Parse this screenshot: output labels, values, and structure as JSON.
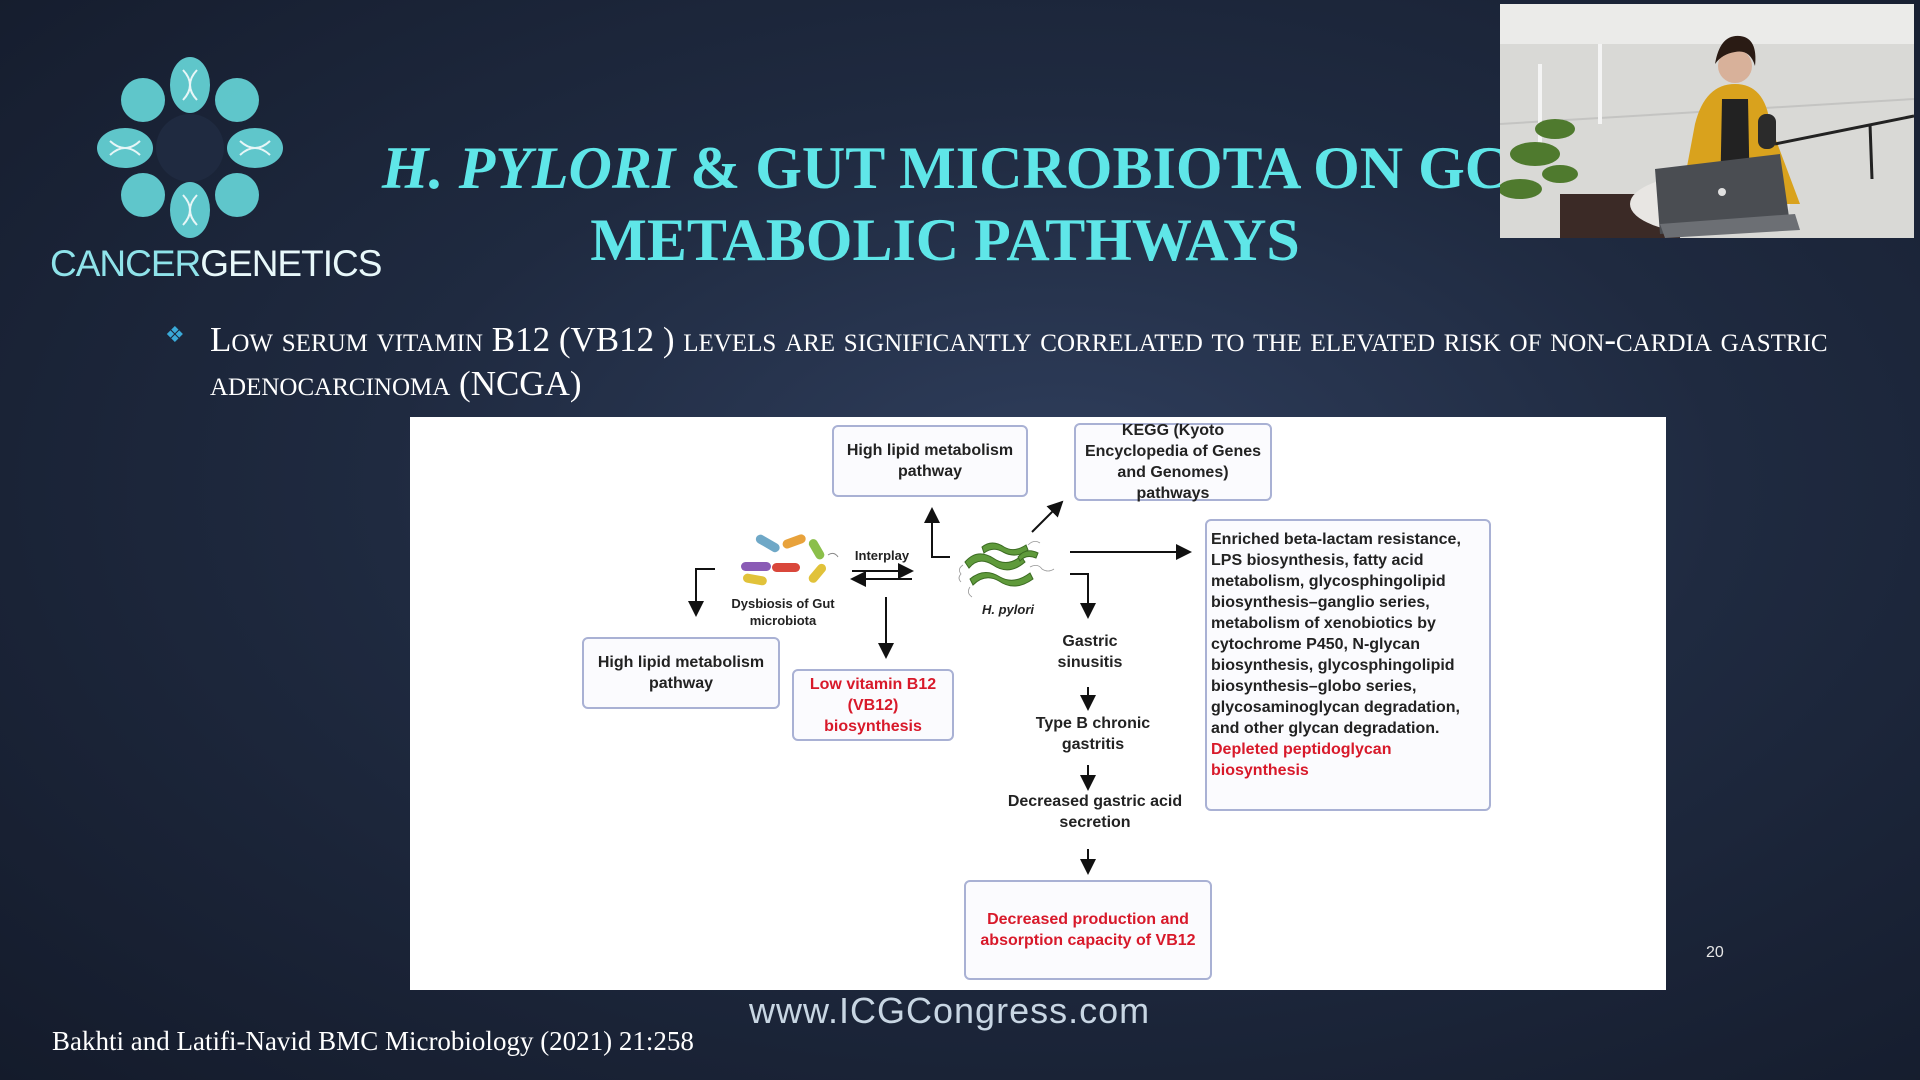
{
  "logo": {
    "part1": "CANCER",
    "part2": "GENETICS"
  },
  "title": {
    "italic": "H. PYLORI",
    "rest_line1": " & GUT MICROBIOTA ON GC",
    "line2": "METABOLIC PATHWAYS"
  },
  "bullet": {
    "text": "Low serum vitamin B12  (VB12 ) levels are significantly correlated to the elevated risk of non-cardia gastric adenocarcinoma (NCGA)"
  },
  "figure": {
    "box_top_lipid": "High lipid metabolism pathway",
    "box_kegg": "KEGG (Kyoto Encyclopedia of Genes and Genomes) pathways",
    "box_left_lipid": "High lipid metabolism pathway",
    "box_low_b12": "Low vitamin B12 (VB12) biosynthesis",
    "interplay": "Interplay",
    "dysbiosis": "Dysbiosis of Gut microbiota",
    "hpylori": "H. pylori",
    "gastric_sinusitis": "Gastric sinusitis",
    "type_b": "Type B chronic gastritis",
    "decreased_acid": "Decreased gastric acid secretion",
    "decreased_production": "Decreased production and absorption capacity of VB12",
    "enriched": "Enriched beta-lactam resistance, LPS biosynthesis, fatty acid metabolism, glycosphingolipid biosynthesis–ganglio series, metabolism of xenobiotics by cytochrome P450, N-glycan biosynthesis, glycosphingolipid biosynthesis–globo series, glycosaminoglycan degradation, and other glycan degradation.",
    "depleted": "Depleted peptidoglycan biosynthesis"
  },
  "page_number": "20",
  "url": "www.ICGCongress.com",
  "citation": "Bakhti and Latifi-Navid BMC Microbiology (2021) 21:258",
  "icons": [
    "dna-flower-logo-icon",
    "bacteria-cluster-icon",
    "h-pylori-bacteria-icon",
    "bullet-diamond-icon"
  ],
  "colors": {
    "title": "#5fe6e8",
    "red_text": "#d8192a",
    "box_border": "#a9b1d4",
    "bullet": "#3aa9d8"
  }
}
